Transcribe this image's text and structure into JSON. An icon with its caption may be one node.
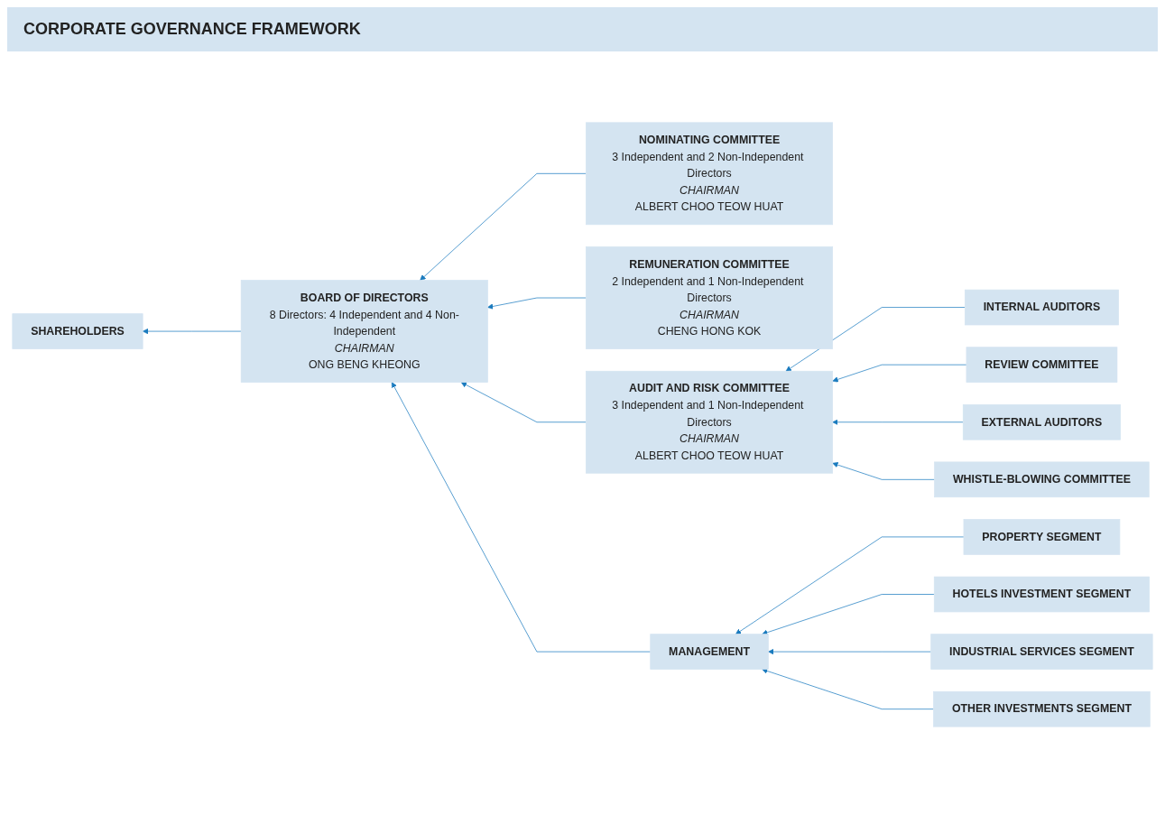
{
  "diagram": {
    "title": "CORPORATE GOVERNANCE FRAMEWORK",
    "nodes": [
      {
        "text": [
          "NOMINATING COMMITTEE",
          "3 Independent and 2 Non-Independent Directors",
          "CHAIRMAN",
          "ALBERT CHOO TEOW HUAT"
        ]
      },
      {
        "text": [
          "BOARD OF DIRECTORS",
          "8 Directors: 4 Independent and 4 Non-Independent",
          "CHAIRMAN",
          "ONG BENG KHEONG"
        ]
      },
      {
        "text": [
          "SHAREHOLDERS"
        ]
      },
      {
        "text": [
          "REMUNERATION COMMITTEE",
          "2 Independent and 1 Non-Independent Directors",
          "CHAIRMAN",
          "CHENG HONG KOK"
        ]
      },
      {
        "text": [
          "MANAGEMENT"
        ]
      },
      {
        "text": [
          "AUDIT AND RISK COMMITTEE",
          "3 Independent and 1 Non-Independent Directors",
          "CHAIRMAN",
          "ALBERT CHOO TEOW HUAT"
        ]
      },
      {
        "text": [
          "INTERNAL AUDITORS"
        ]
      },
      {
        "text": [
          "REVIEW COMMITTEE"
        ]
      },
      {
        "text": [
          "EXTERNAL AUDITORS"
        ]
      },
      {
        "text": [
          "WHISTLE-BLOWING COMMITTEE"
        ]
      },
      {
        "text": [
          "PROPERTY SEGMENT"
        ]
      },
      {
        "text": [
          "HOTELS INVESTMENT SEGMENT"
        ]
      },
      {
        "text": [
          "INDUSTRIAL SERVICES SEGMENT"
        ]
      },
      {
        "text": [
          "OTHER INVESTMENTS SEGMENT"
        ]
      }
    ],
    "edges": [
      {
        "from": 1,
        "to": 2,
        "arrow": "to"
      },
      {
        "from": 0,
        "to": 1,
        "arrow": "to"
      },
      {
        "from": 3,
        "to": 1,
        "arrow": "to"
      },
      {
        "from": 5,
        "to": 1,
        "arrow": "to"
      },
      {
        "from": 4,
        "to": 1,
        "arrow": "to"
      },
      {
        "from": 6,
        "to": 5,
        "arrow": "to"
      },
      {
        "from": 7,
        "to": 5,
        "arrow": "to"
      },
      {
        "from": 8,
        "to": 5,
        "arrow": "to"
      },
      {
        "from": 9,
        "to": 5,
        "arrow": "to"
      },
      {
        "from": 10,
        "to": 4,
        "arrow": "to"
      },
      {
        "from": 11,
        "to": 4,
        "arrow": "to"
      },
      {
        "from": 12,
        "to": 4,
        "arrow": "to"
      },
      {
        "from": 13,
        "to": 4,
        "arrow": "to"
      }
    ]
  }
}
